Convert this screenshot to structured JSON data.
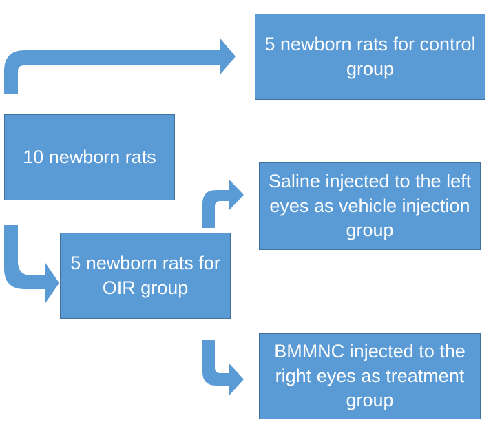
{
  "colors": {
    "box_fill": "#5b9bd5",
    "arrow_fill": "#5b9bd5",
    "text": "#ffffff",
    "border": "#41719c"
  },
  "nodes": {
    "root": {
      "text": "10 newborn rats"
    },
    "control": {
      "text": "5 newborn rats for control group"
    },
    "oir": {
      "text": "5 newborn rats for OIR group"
    },
    "vehicle": {
      "text": "Saline injected to the left eyes as vehicle injection group"
    },
    "treatment": {
      "text": "BMMNC injected to the right eyes as treatment group"
    }
  },
  "edges": [
    {
      "from": "root",
      "to": "control"
    },
    {
      "from": "root",
      "to": "oir"
    },
    {
      "from": "oir",
      "to": "vehicle"
    },
    {
      "from": "oir",
      "to": "treatment"
    }
  ]
}
